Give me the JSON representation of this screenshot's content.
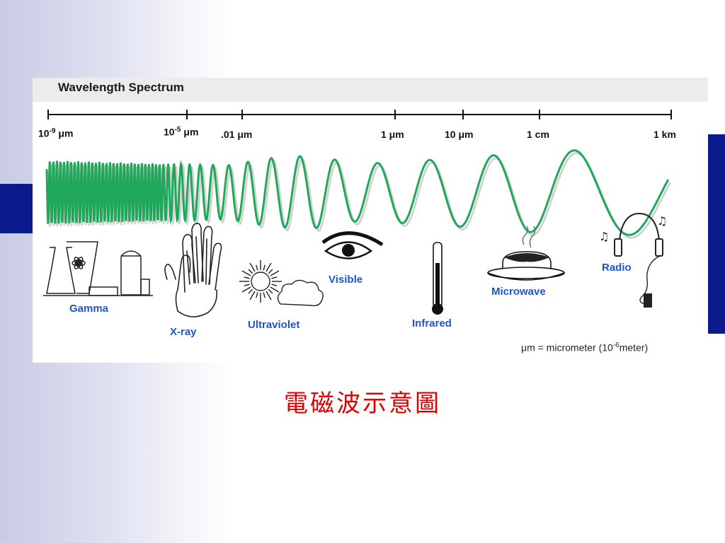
{
  "figure": {
    "title": "Wavelength Spectrum",
    "scale_ticks": [
      {
        "base": "10",
        "exp": "-9",
        "unit": "μm"
      },
      {
        "base": "10",
        "exp": "-5",
        "unit": "μm"
      },
      {
        "base": ".01 μm",
        "exp": "",
        "unit": ""
      },
      {
        "base": "1 μm",
        "exp": "",
        "unit": ""
      },
      {
        "base": "10 μm",
        "exp": "",
        "unit": ""
      },
      {
        "base": "1 cm",
        "exp": "",
        "unit": ""
      },
      {
        "base": "1 km",
        "exp": "",
        "unit": ""
      }
    ],
    "bands": [
      "Gamma",
      "X-ray",
      "Ultraviolet",
      "Visible",
      "Infrared",
      "Microwave",
      "Radio"
    ],
    "footnote": {
      "prefix": "μm = micrometer (10",
      "exp": "-6",
      "suffix": "meter)"
    },
    "colors": {
      "wave": "#1fa85a",
      "band_label": "#1f55c8",
      "accent_bar": "#0b1a8c"
    },
    "icons": [
      "reactor-icon",
      "hand-xray-icon",
      "sun-cloud-icon",
      "eye-icon",
      "thermometer-icon",
      "microwave-dish-icon",
      "headphones-icon"
    ]
  },
  "caption": "電磁波示意圖"
}
